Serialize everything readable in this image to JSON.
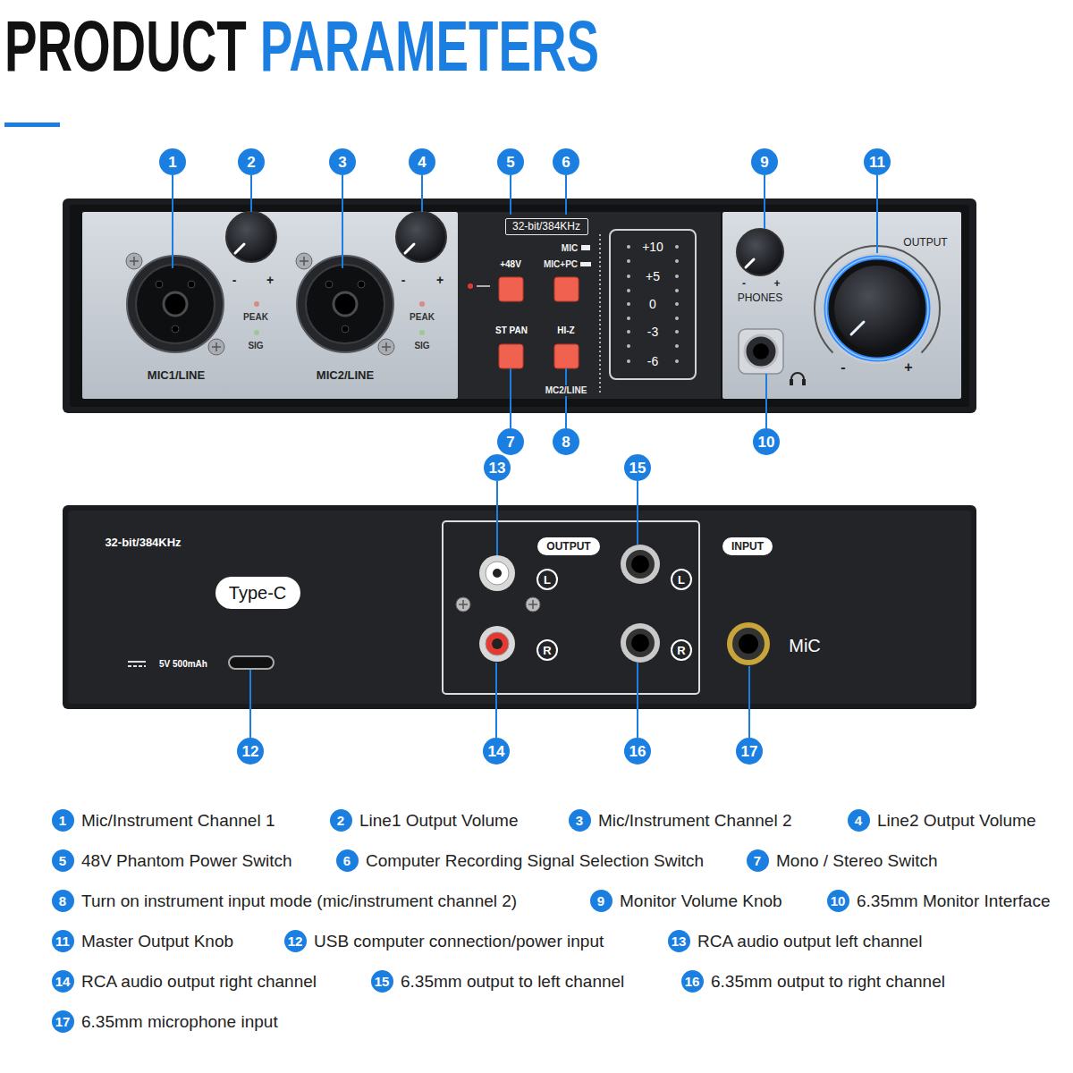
{
  "diagram": {
    "title": "PRODUCT PARAMETERS",
    "nodes": [
      {
        "text": [
          "1"
        ]
      },
      {
        "text": [
          "2"
        ]
      },
      {
        "text": [
          "3"
        ]
      },
      {
        "text": [
          "4"
        ]
      },
      {
        "text": [
          "5"
        ]
      },
      {
        "text": [
          "6"
        ]
      },
      {
        "text": [
          "9"
        ]
      },
      {
        "text": [
          "11"
        ]
      },
      {
        "text": [
          "32-bit/384KHz"
        ]
      },
      {
        "text": [
          "+10",
          "+5",
          "0",
          "-3",
          "-6"
        ]
      },
      {
        "text": [
          "7"
        ]
      },
      {
        "text": [
          "8"
        ]
      },
      {
        "text": [
          "10"
        ]
      },
      {
        "text": [
          "13"
        ]
      },
      {
        "text": [
          "15"
        ]
      },
      {
        "text": [
          "OUTPUT"
        ]
      },
      {
        "text": [
          "INPUT"
        ]
      },
      {
        "text": [
          "Type-C"
        ]
      },
      {
        "text": [
          "12"
        ]
      },
      {
        "text": [
          "14"
        ]
      },
      {
        "text": [
          "16"
        ]
      },
      {
        "text": [
          "17"
        ]
      },
      {
        "text": [
          "1"
        ]
      },
      {
        "text": [
          "2"
        ]
      },
      {
        "text": [
          "3"
        ]
      },
      {
        "text": [
          "4"
        ]
      },
      {
        "text": [
          "5"
        ]
      },
      {
        "text": [
          "6"
        ]
      },
      {
        "text": [
          "7"
        ]
      },
      {
        "text": [
          "8"
        ]
      },
      {
        "text": [
          "9"
        ]
      },
      {
        "text": [
          "10"
        ]
      },
      {
        "text": [
          "11"
        ]
      },
      {
        "text": [
          "12"
        ]
      },
      {
        "text": [
          "13"
        ]
      },
      {
        "text": [
          "14"
        ]
      },
      {
        "text": [
          "15"
        ]
      },
      {
        "text": [
          "16"
        ]
      },
      {
        "text": [
          "17"
        ]
      }
    ],
    "labels": [
      "PEAK",
      "SIG",
      "MIC1/LINE",
      "PEAK",
      "SIG",
      "MIC2/LINE",
      "-",
      "+",
      "-",
      "+",
      "MIC",
      "+48V",
      "MIC+PC",
      "ST PAN",
      "HI-Z",
      "MC2/LINE",
      "PHONES",
      "-",
      "+",
      "OUTPUT",
      "-",
      "+",
      "32-bit/384KHz",
      "5V 500mAh",
      "L",
      "R",
      "L",
      "R",
      "MiC",
      "Mic/Instrument Channel 1",
      "Line1 Output Volume",
      "Mic/Instrument Channel 2",
      "Line2 Output Volume",
      "48V Phantom Power Switch",
      "Computer Recording Signal Selection Switch",
      "Mono / Stereo Switch",
      "Turn on instrument input mode (mic/instrument channel 2)",
      "Monitor Volume Knob",
      "6.35mm Monitor Interface",
      "Master Output Knob",
      "USB computer connection/power input",
      "RCA audio output left channel",
      "RCA audio output right channel",
      "6.35mm output to left channel",
      "6.35mm output to right channel",
      "6.35mm microphone input"
    ]
  }
}
